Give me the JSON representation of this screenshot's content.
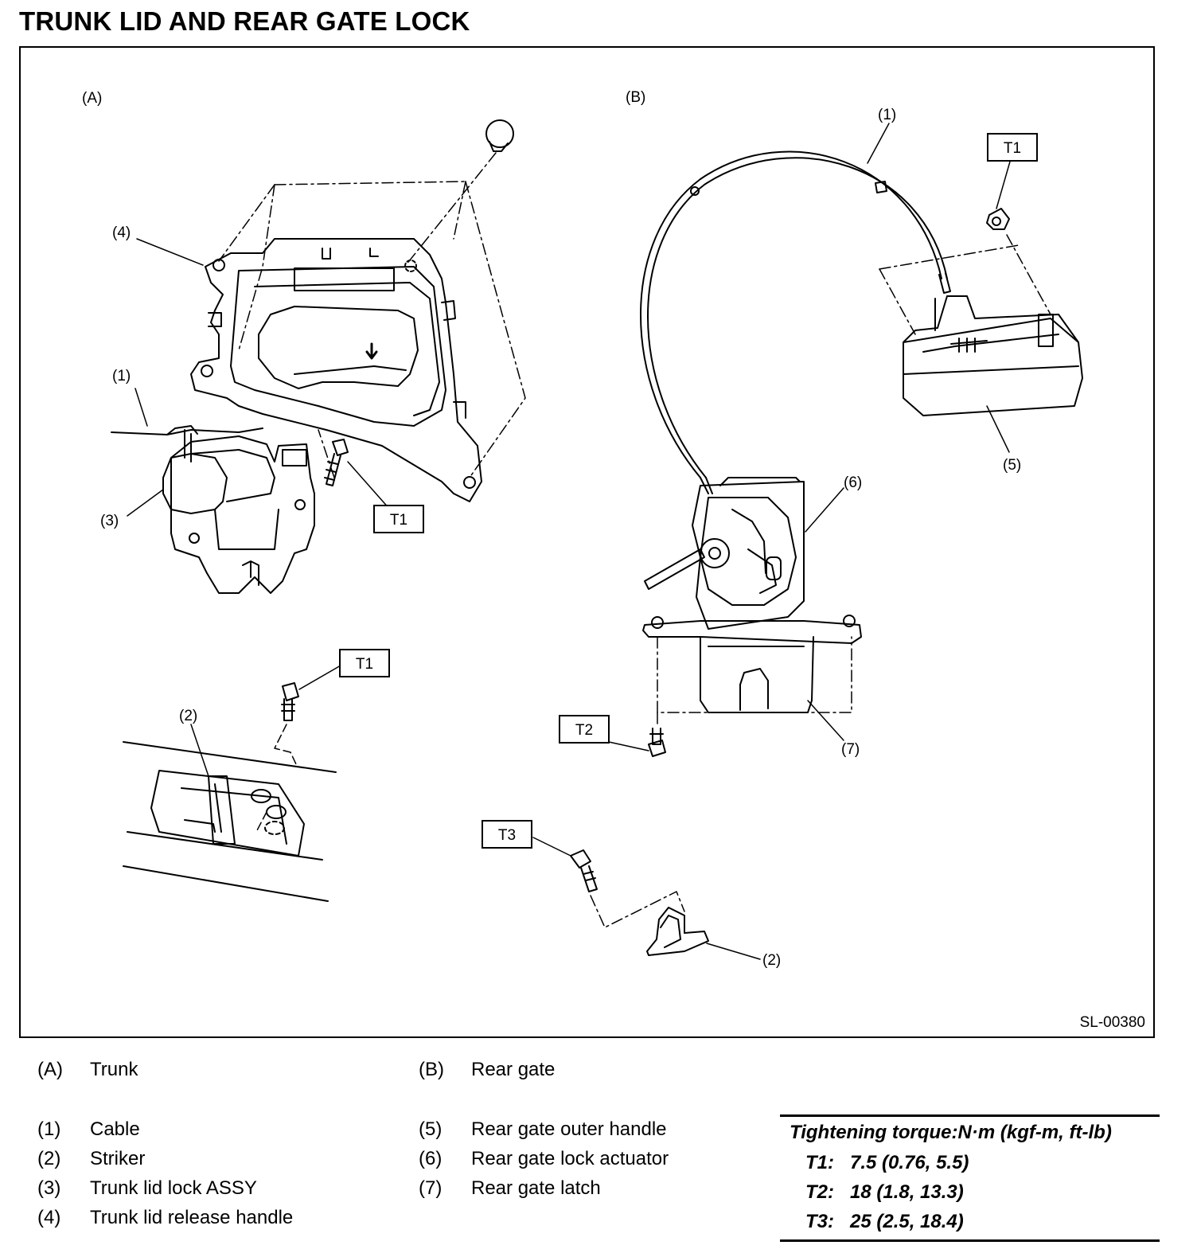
{
  "title": "TRUNK LID AND REAR GATE LOCK",
  "figure": {
    "id": "SL-00380",
    "sections": [
      "(A)",
      "(B)"
    ],
    "callouts_a": [
      "(4)",
      "(1)",
      "(3)",
      "(2)"
    ],
    "callouts_b": [
      "(1)",
      "(6)",
      "(5)",
      "(7)",
      "(2)"
    ],
    "torque_tags": [
      "T1",
      "T1",
      "T1",
      "T2",
      "T3"
    ]
  },
  "legend": {
    "left": [
      {
        "code": "(A)",
        "name": "Trunk"
      },
      {
        "code": "(1)",
        "name": "Cable"
      },
      {
        "code": "(2)",
        "name": "Striker"
      },
      {
        "code": "(3)",
        "name": "Trunk lid lock ASSY"
      },
      {
        "code": "(4)",
        "name": "Trunk lid release handle"
      }
    ],
    "right": [
      {
        "code": "(B)",
        "name": "Rear gate"
      },
      {
        "code": "(5)",
        "name": "Rear gate outer handle"
      },
      {
        "code": "(6)",
        "name": "Rear gate lock actuator"
      },
      {
        "code": "(7)",
        "name": "Rear gate latch"
      }
    ]
  },
  "torque": {
    "title": "Tightening torque:N·m (kgf-m, ft-lb)",
    "rows": [
      {
        "code": "T1:",
        "value": "7.5 (0.76, 5.5)"
      },
      {
        "code": "T2:",
        "value": "18 (1.8, 13.3)"
      },
      {
        "code": "T3:",
        "value": "25 (2.5, 18.4)"
      }
    ]
  }
}
